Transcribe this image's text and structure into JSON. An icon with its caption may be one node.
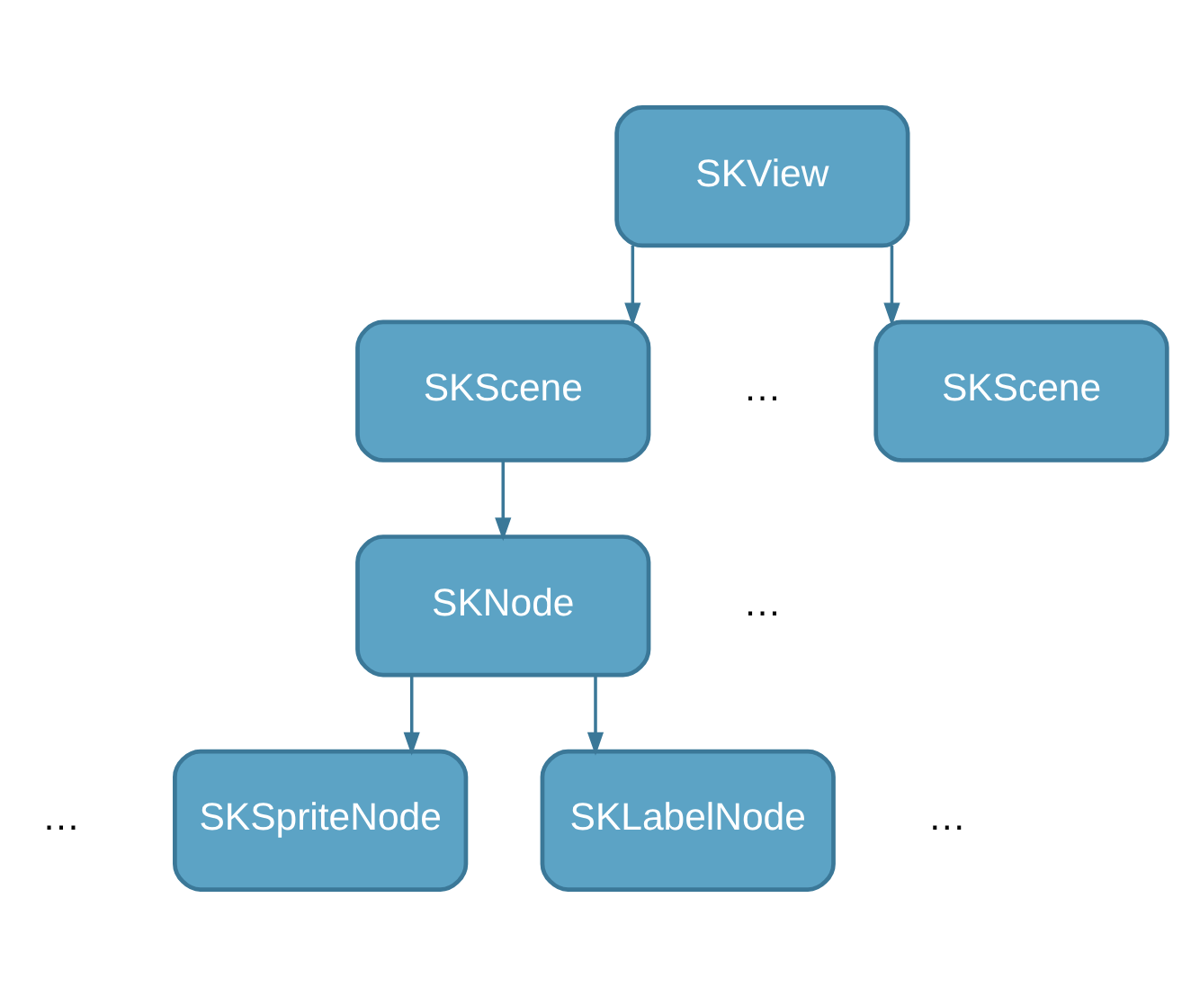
{
  "diagram": {
    "nodes": [
      {
        "text": [
          "SKView"
        ]
      },
      {
        "text": [
          "SKScene"
        ]
      },
      {
        "text": [
          "SKScene"
        ]
      },
      {
        "text": [
          "SKNode"
        ]
      },
      {
        "text": [
          "SKSpriteNode"
        ]
      },
      {
        "text": [
          "SKLabelNode"
        ]
      }
    ],
    "edges": [
      {
        "from": 0,
        "to": 1,
        "arrow": "to"
      },
      {
        "from": 0,
        "to": 2,
        "arrow": "to"
      },
      {
        "from": 1,
        "to": 3,
        "arrow": "to"
      },
      {
        "from": 3,
        "to": 4,
        "arrow": "to"
      },
      {
        "from": 3,
        "to": 5,
        "arrow": "to"
      }
    ],
    "labels": [
      "…",
      "…",
      "…",
      "…"
    ]
  }
}
